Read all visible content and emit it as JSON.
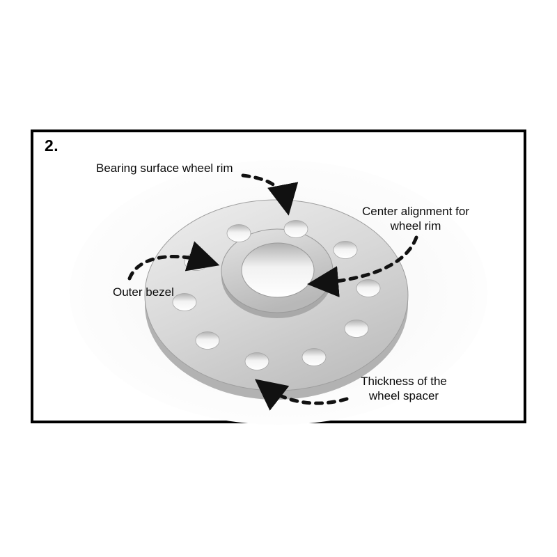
{
  "diagram": {
    "step_number": "2.",
    "labels": {
      "bearing_surface": "Bearing surface wheel rim",
      "center_alignment_line1": "Center alignment for",
      "center_alignment_line2": "wheel rim",
      "outer_bezel": "Outer bezel",
      "thickness_line1": "Thickness of the",
      "thickness_line2": "wheel spacer"
    },
    "colors": {
      "frame_border": "#000000",
      "arrow": "#111111",
      "spacer_top_light": "#ebebeb",
      "spacer_top_dark": "#c3c3c3",
      "spacer_edge": "#b2b2b2",
      "hub_ring_light": "#dedede",
      "hub_ring_dark": "#b8b8b8",
      "hole_shadow": "#b5b5b5",
      "background": "#ffffff"
    }
  }
}
